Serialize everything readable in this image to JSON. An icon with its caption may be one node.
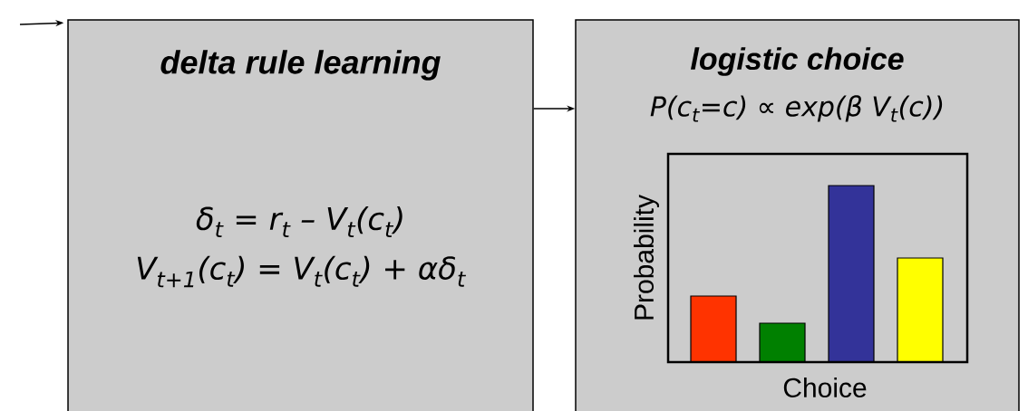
{
  "diagram": {
    "nodes": [
      {
        "text": [
          "delta rule learning",
          "δ$_{t}$ = r$_{t}$ – V$_{t}$(c$_{t}$)",
          "V$_{t+1}$(c$_{t}$) = V$_{t}$(c$_{t}$) + αδ$_{t}$"
        ]
      },
      {
        "text": [
          "logistic choice",
          "P(c$_{t}$=c) ∝ exp(β V$_{t}$(c))"
        ]
      }
    ],
    "edges": [
      {
        "from": null,
        "to": 0,
        "arrow": "to"
      },
      {
        "from": 0,
        "to": 1,
        "arrow": "to"
      }
    ],
    "labels": [
      "Probability",
      "Choice"
    ]
  }
}
